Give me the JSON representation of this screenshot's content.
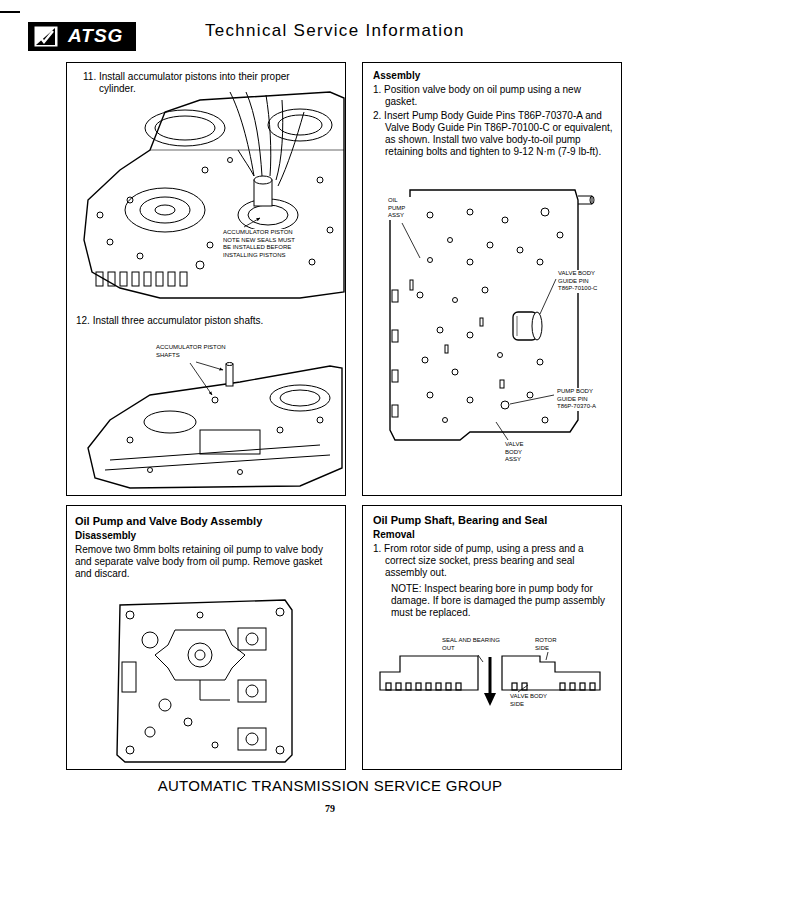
{
  "diagram": {
    "title": "Technical Service Information",
    "nodes": [
      {
        "text": [
          "ATSG"
        ]
      },
      {
        "text": [
          "11. Install accumulator pistons into their proper cylinder.",
          "12. Install three accumulator piston shafts."
        ]
      },
      {
        "text": [
          "Assembly",
          "1. Position valve body on oil pump using a new gasket.",
          "2. Insert Pump Body Guide Pins T86P-70370-A and Valve Body Guide Pin T86P-70100-C or equivalent, as shown. Install two valve body-to-oil pump retaining bolts and tighten to 9-12 N·m (7-9 lb-ft)."
        ]
      },
      {
        "text": [
          "Oil Pump and Valve Body Assembly",
          "Disassembly",
          "Remove two 8mm bolts retaining oil pump to valve body and separate valve body from oil pump. Remove gasket and discard."
        ]
      },
      {
        "text": [
          "Oil Pump Shaft, Bearing and Seal",
          "Removal",
          "1. From rotor side of pump, using a press and a correct size socket, press bearing and seal assembly out.",
          "NOTE: Inspect bearing bore in pump body for damage. If bore is damaged the pump assembly must be replaced."
        ]
      }
    ],
    "labels": [
      "ACCUMULATOR PISTON NOTE NEW SEALS MUST BE INSTALLED BEFORE INSTALLING PISTONS",
      "ACCUMULATOR PISTON SHAFTS",
      "OIL PUMP ASSY",
      "VALVE BODY GUIDE PIN T86P-70100-C",
      "PUMP BODY GUIDE PIN T86P-70370-A",
      "VALVE BODY ASSY",
      "SEAL AND BEARING OUT",
      "ROTOR SIDE",
      "VALVE BODY SIDE",
      "AUTOMATIC TRANSMISSION SERVICE GROUP",
      "79"
    ]
  }
}
